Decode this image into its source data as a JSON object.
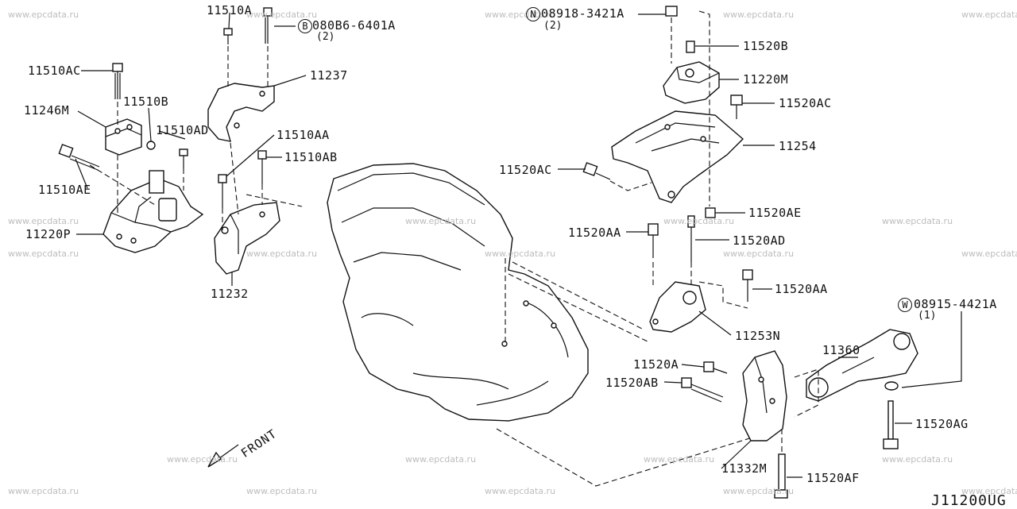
{
  "watermark": "www.epcdata.ru",
  "diagram_code": "J11200UG",
  "front_label": "FRONT",
  "parts": [
    {
      "id": "11510A",
      "label": "11510A"
    },
    {
      "id": "080B6",
      "label": "080B6-6401A",
      "marker": "B",
      "qty": "(2)"
    },
    {
      "id": "11237",
      "label": "11237"
    },
    {
      "id": "11510AC",
      "label": "11510AC"
    },
    {
      "id": "11510B",
      "label": "11510B"
    },
    {
      "id": "11246M",
      "label": "11246M"
    },
    {
      "id": "11510AD",
      "label": "11510AD"
    },
    {
      "id": "11510AA",
      "label": "11510AA"
    },
    {
      "id": "11510AB",
      "label": "11510AB"
    },
    {
      "id": "11510AE",
      "label": "11510AE"
    },
    {
      "id": "11220P",
      "label": "11220P"
    },
    {
      "id": "11232",
      "label": "11232"
    },
    {
      "id": "08918",
      "label": "08918-3421A",
      "marker": "N",
      "qty": "(2)"
    },
    {
      "id": "11520B",
      "label": "11520B"
    },
    {
      "id": "11220M",
      "label": "11220M"
    },
    {
      "id": "11520AC_r",
      "label": "11520AC"
    },
    {
      "id": "11254",
      "label": "11254"
    },
    {
      "id": "11520AC_l",
      "label": "11520AC"
    },
    {
      "id": "11520AE",
      "label": "11520AE"
    },
    {
      "id": "11520AA_l",
      "label": "11520AA"
    },
    {
      "id": "11520AD",
      "label": "11520AD"
    },
    {
      "id": "11520AA_r",
      "label": "11520AA"
    },
    {
      "id": "08915",
      "label": "08915-4421A",
      "marker": "W",
      "qty": "(1)"
    },
    {
      "id": "11253N",
      "label": "11253N"
    },
    {
      "id": "11360",
      "label": "11360"
    },
    {
      "id": "11520A",
      "label": "11520A"
    },
    {
      "id": "11520AB",
      "label": "11520AB"
    },
    {
      "id": "11520AG",
      "label": "11520AG"
    },
    {
      "id": "11332M",
      "label": "11332M"
    },
    {
      "id": "11520AF",
      "label": "11520AF"
    }
  ]
}
